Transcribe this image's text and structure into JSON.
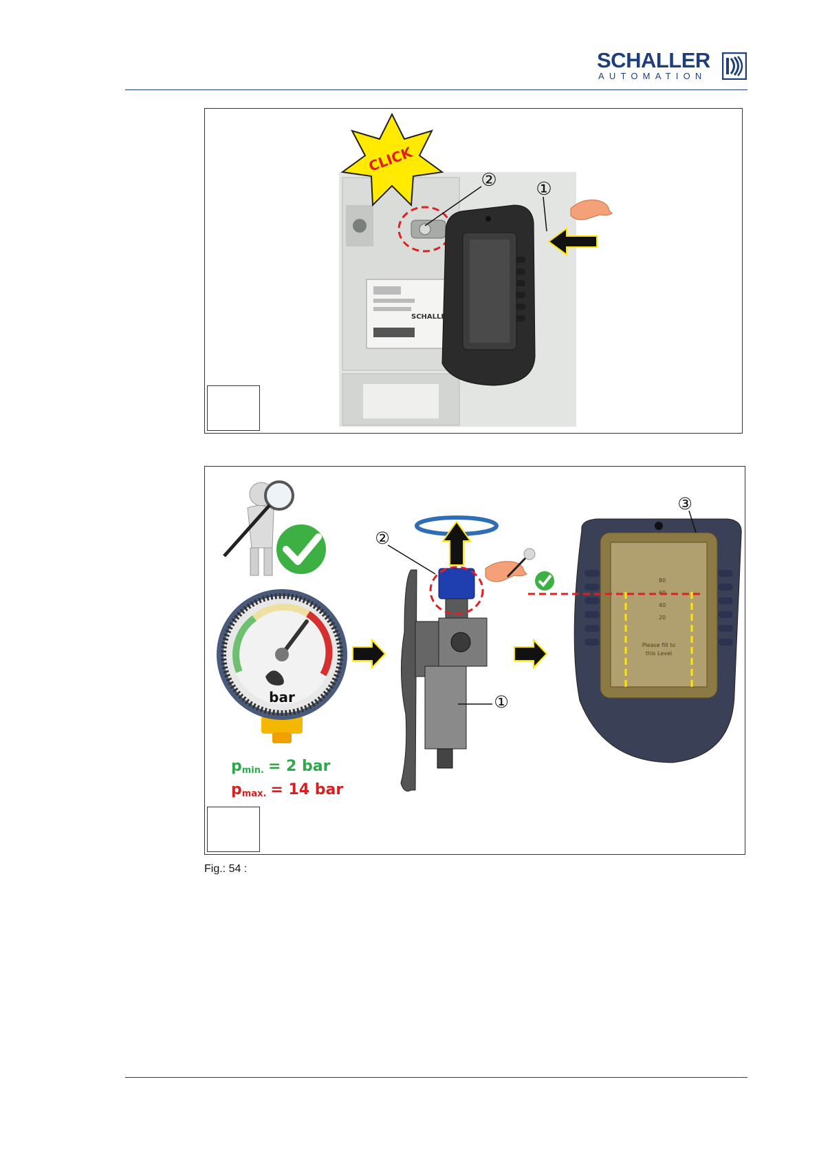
{
  "header": {
    "logo_word": "SCHALLER",
    "logo_sub": "AUTOMATION",
    "logo_color": "#1f3f7a"
  },
  "figure1": {
    "burst_text": "CLICK",
    "callout_1": "①",
    "callout_2": "②",
    "device_brand": "SCHALLER",
    "icons": [
      "click-burst-icon",
      "hand-icon",
      "push-arrow-icon"
    ]
  },
  "figure2": {
    "callout_1": "①",
    "callout_2": "②",
    "callout_3": "③",
    "gauge_unit": "bar",
    "pmin_label": "p",
    "pmin_sub": "min.",
    "pmin_value": "= 2  bar",
    "pmax_label": "p",
    "pmax_sub": "max.",
    "pmax_value": "= 14 bar",
    "tank_scale": [
      "80",
      "60",
      "40",
      "20"
    ],
    "tank_text_1": "Please fill to",
    "tank_text_2": "this Level",
    "colors": {
      "pmin": "#2ea84a",
      "pmax": "#d42020",
      "check": "#3cb043",
      "arrow": "#111111"
    },
    "icons": [
      "inspector-check-icon",
      "pressure-gauge-icon",
      "rotate-arrow-icon",
      "hand-icon"
    ]
  },
  "caption": "Fig.: 54 :"
}
